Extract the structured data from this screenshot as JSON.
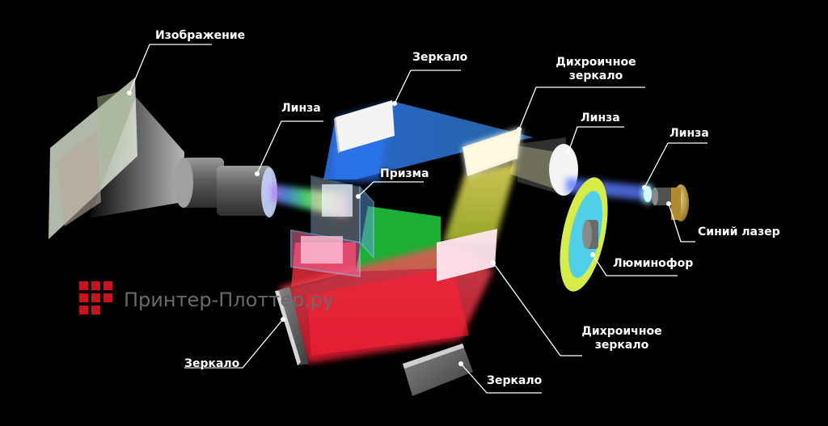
{
  "labels": {
    "image": "Изображение",
    "lens_main": "Линза",
    "mirror_top": "Зеркало",
    "dichroic_top": "Дихроичное\nзеркало",
    "lens_right": "Линза",
    "lens_laser": "Линза",
    "prism": "Призма",
    "blue_laser": "Синий лазер",
    "phosphor": "Люминофор",
    "dichroic_bottom": "Дихроичное\nзеркало",
    "mirror_left": "Зеркало",
    "mirror_bottom": "Зеркало"
  },
  "watermark": {
    "text": "Принтер-Плоттер.ру"
  },
  "colors": {
    "background": "#000000",
    "red_beam": "#ff2a3a",
    "green_beam": "#22c23a",
    "blue_beam": "#2a7fff",
    "yellow_beam": "#ffe838",
    "phosphor_ring": "#d8ec48",
    "phosphor_core": "#4fd0e8",
    "laser_body": "#c9a93a",
    "watermark_red": "#c8141c"
  },
  "icons": [
    "watermark-logo-icon"
  ]
}
